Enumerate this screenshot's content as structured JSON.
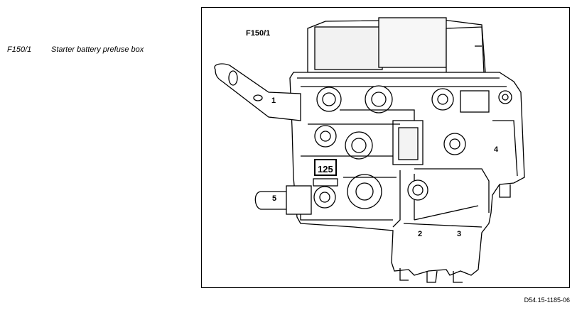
{
  "legend": {
    "code": "F150/1",
    "description": "Starter battery prefuse box"
  },
  "diagram": {
    "title": "F150/1",
    "fuse_rating": "125",
    "callouts": [
      "1",
      "2",
      "3",
      "4",
      "5"
    ]
  },
  "figure_id": "D54.15-1185-06"
}
